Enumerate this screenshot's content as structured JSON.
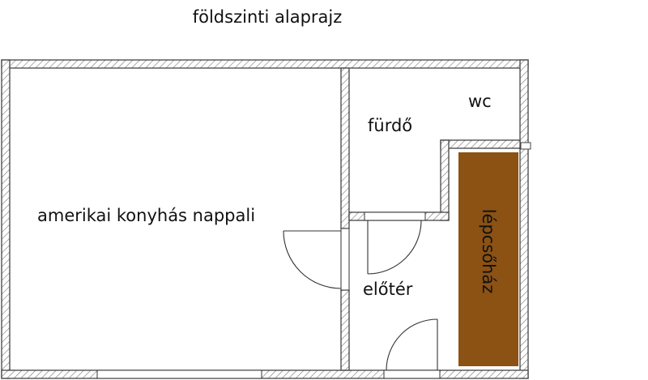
{
  "title": "földszinti alaprajz",
  "rooms": {
    "living": "amerikai konyhás nappali",
    "bathroom": "fürdő",
    "wc": "wc",
    "hall": "előtér",
    "stairwell": "lépcsőház"
  },
  "colors": {
    "stairwell_fill": "#8B5214",
    "wall_stroke": "#444444"
  }
}
